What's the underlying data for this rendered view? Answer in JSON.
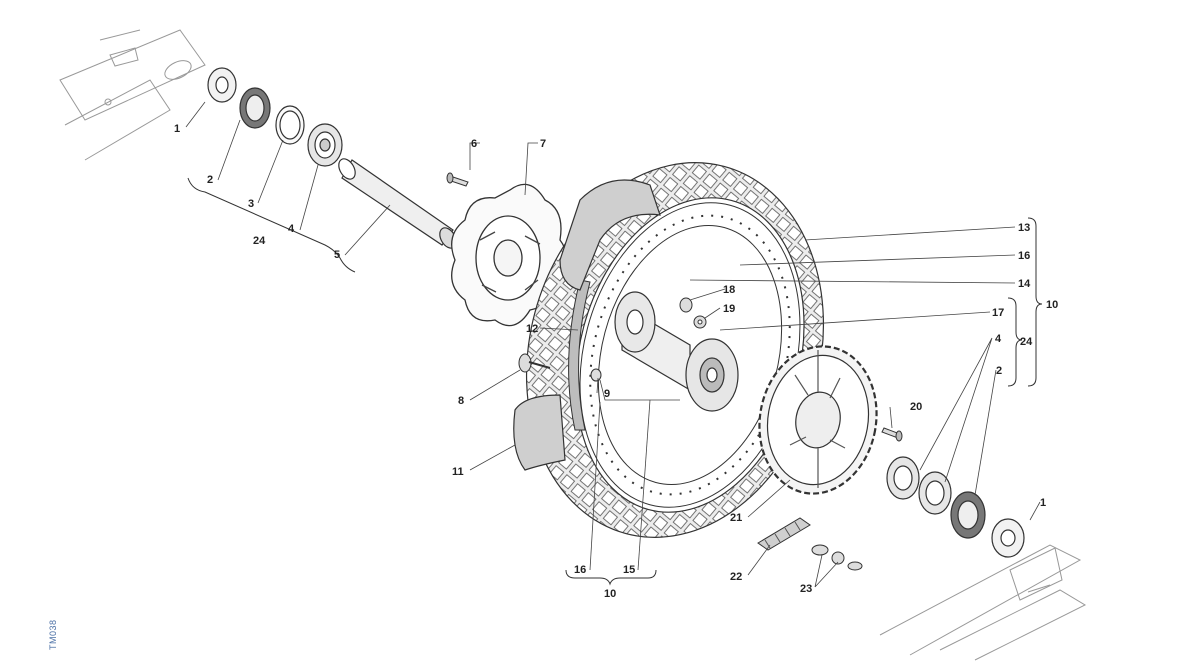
{
  "figure": {
    "code": "TM038",
    "callouts": {
      "c1a": "1",
      "c2a": "2",
      "c3": "3",
      "c4a": "4",
      "c5": "5",
      "c6": "6",
      "c7": "7",
      "c8": "8",
      "c9": "9",
      "c11": "11",
      "c12": "12",
      "c13": "13",
      "c16a": "16",
      "c14": "14",
      "c17": "17",
      "c18": "18",
      "c19": "19",
      "c4b": "4",
      "c2b": "2",
      "c24a": "24",
      "c24b": "24",
      "c10a": "10",
      "c10b": "10",
      "c20": "20",
      "c21": "21",
      "c22": "22",
      "c23": "23",
      "c1b": "1",
      "c16b": "16",
      "c15": "15"
    }
  },
  "colors": {
    "line": "#3a3a3a",
    "fill_grey": "#d9d9d9",
    "fill_light": "#f2f2f2",
    "code_blue": "#4a6fa5"
  }
}
